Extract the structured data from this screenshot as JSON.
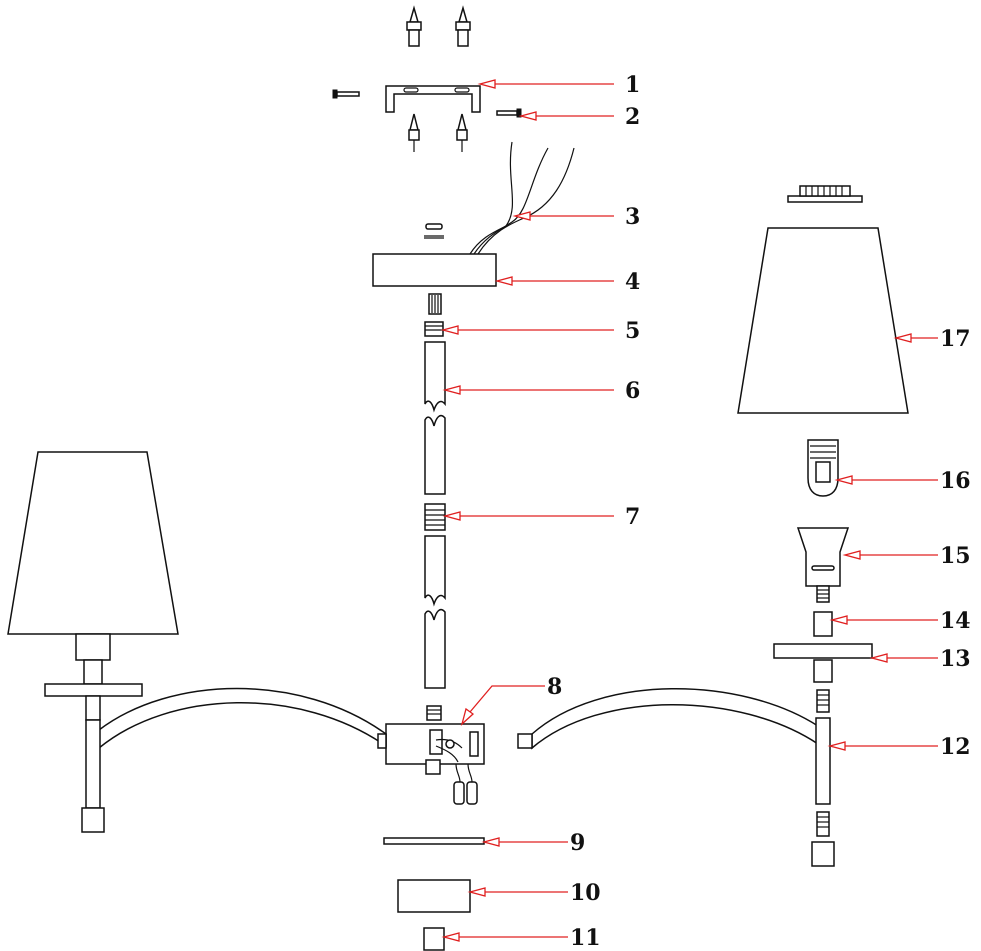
{
  "callouts": [
    {
      "id": "1",
      "label": "1"
    },
    {
      "id": "2",
      "label": "2"
    },
    {
      "id": "3",
      "label": "3"
    },
    {
      "id": "4",
      "label": "4"
    },
    {
      "id": "5",
      "label": "5"
    },
    {
      "id": "6",
      "label": "6"
    },
    {
      "id": "7",
      "label": "7"
    },
    {
      "id": "8",
      "label": "8"
    },
    {
      "id": "9",
      "label": "9"
    },
    {
      "id": "10",
      "label": "10"
    },
    {
      "id": "11",
      "label": "11"
    },
    {
      "id": "12",
      "label": "12"
    },
    {
      "id": "13",
      "label": "13"
    },
    {
      "id": "14",
      "label": "14"
    },
    {
      "id": "15",
      "label": "15"
    },
    {
      "id": "16",
      "label": "16"
    },
    {
      "id": "17",
      "label": "17"
    }
  ],
  "colors": {
    "line": "#111111",
    "leader": "#e02020",
    "background": "#ffffff"
  }
}
